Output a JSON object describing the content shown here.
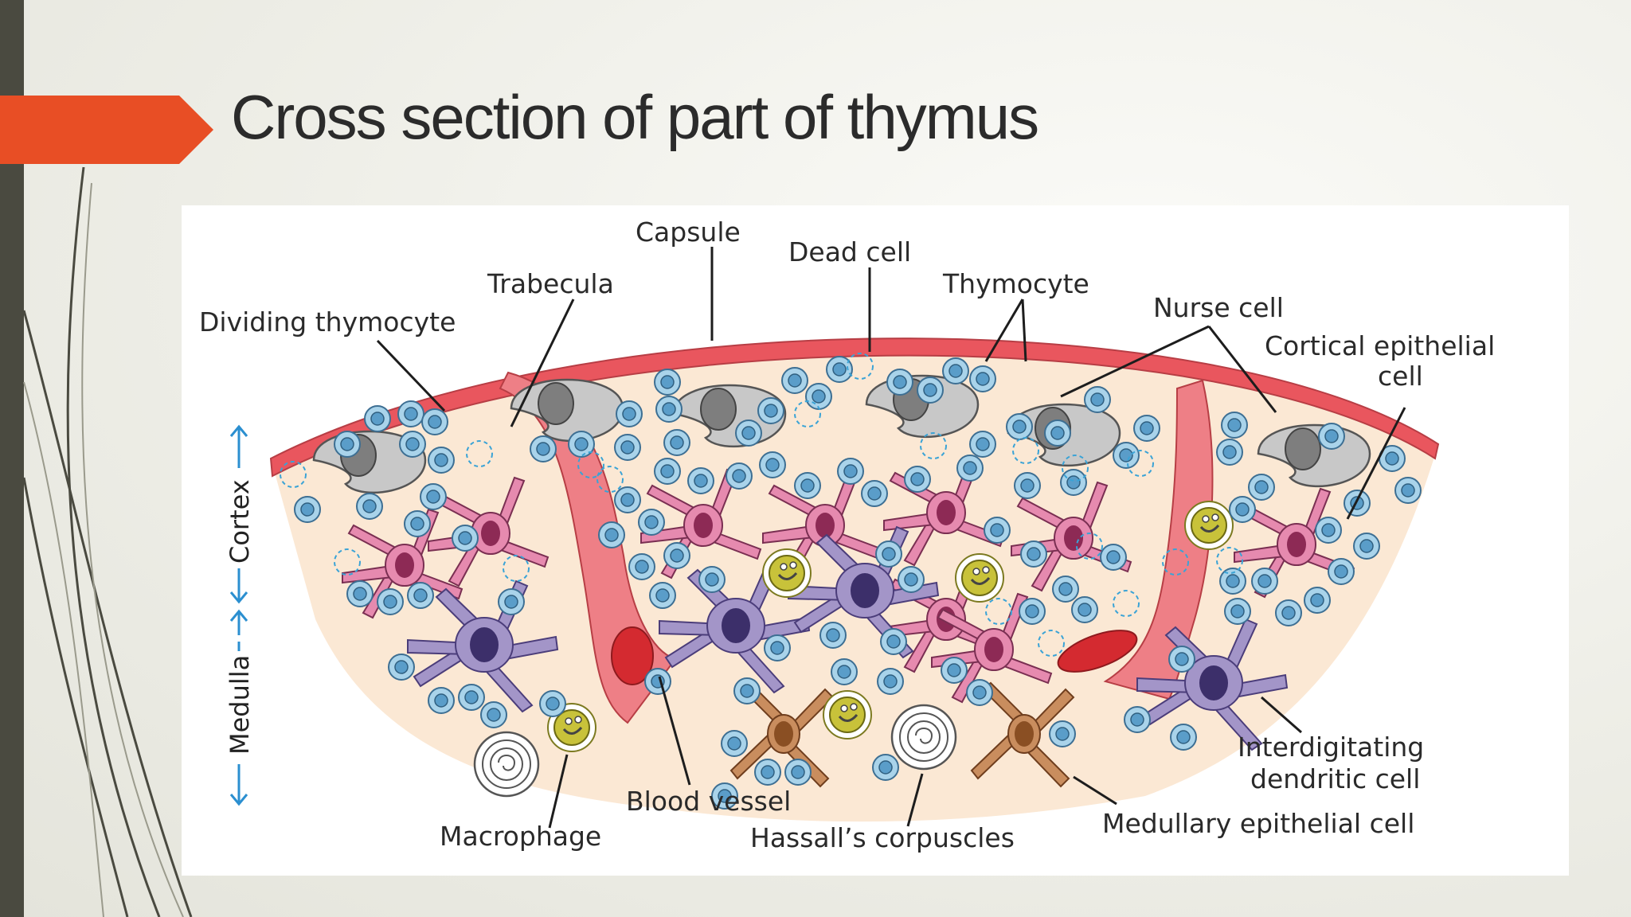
{
  "slide": {
    "title": "Cross section of part of thymus",
    "accent_color": "#e84e25",
    "sidebar_color": "#4a4a40"
  },
  "diagram": {
    "labels": {
      "capsule": "Capsule",
      "dead_cell": "Dead cell",
      "trabecula": "Trabecula",
      "thymocyte": "Thymocyte",
      "nurse_cell": "Nurse cell",
      "dividing_thymocyte": "Dividing thymocyte",
      "cortical_epithelial_1": "Cortical epithelial",
      "cortical_epithelial_2": "cell",
      "interdigitating_1": "Interdigitating",
      "interdigitating_2": "dendritic cell",
      "medullary_epithelial": "Medullary epithelial cell",
      "blood_vessel": "Blood vessel",
      "macrophage": "Macrophage",
      "hassalls": "Hassall’s corpuscles"
    },
    "axis": {
      "cortex": "Cortex",
      "medulla": "Medulla"
    },
    "colors": {
      "capsule": "#e9565e",
      "tissue": "#fbe8d4",
      "thymocyte": "#a9d3ea",
      "nurse_cell": "#c8c8c8",
      "cortical_epithelial": "#e68aaf",
      "dendritic": "#a395c8",
      "medullary_epithelial": "#c98d5e",
      "macrophage": "#c8c23a",
      "axis": "#2b8fd0"
    }
  }
}
